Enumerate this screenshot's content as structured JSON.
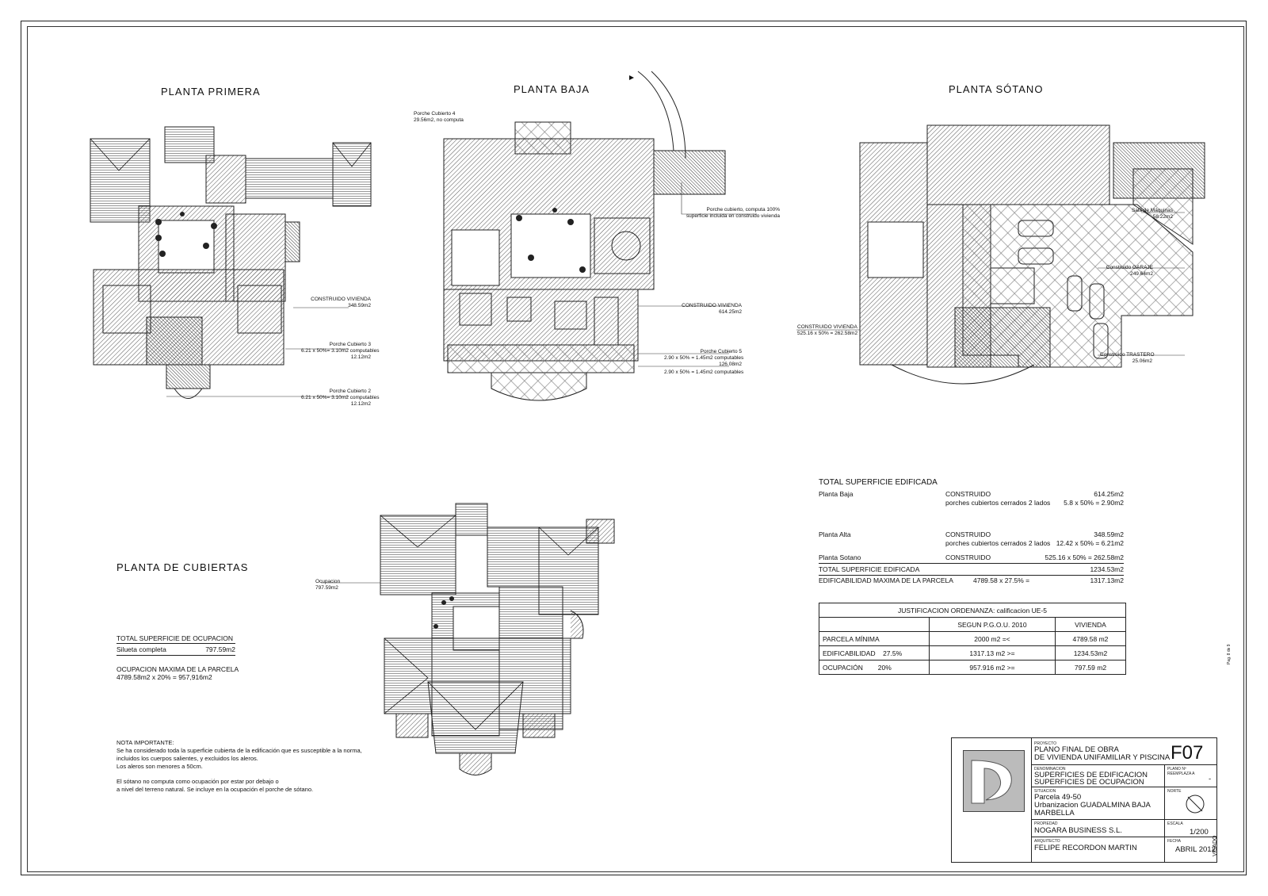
{
  "plans": {
    "primera": "PLANTA PRIMERA",
    "baja": "PLANTA BAJA",
    "sotano": "PLANTA SÓTANO",
    "cubiertas": "PLANTA DE CUBIERTAS"
  },
  "primera_labels": {
    "construido_title": "CONSTRUIDO VIVIENDA",
    "construido_value": "348.59m2",
    "porche3_title": "Porche Cubierto 3",
    "porche3_calc": "6.21 x 50%= 3.10m2 computables",
    "porche3_value": "12.12m2",
    "porche2_title": "Porche Cubierto 2",
    "porche2_calc": "6.21 x 50%= 3.10m2 computables",
    "porche2_value": "12.12m2"
  },
  "baja_labels": {
    "porche4_title": "Porche Cubierto 4",
    "porche4_note": "29.56m2, no computa",
    "porche_cubierto_1": "Porche cubierto, computa 100%",
    "porche_cubierto_2": "superficie incluida en construido vivienda",
    "construido_title": "CONSTRUIDO VIVIENDA",
    "construido_value": "614.25m2",
    "porche5_title": "Porche Cubierto 5",
    "porche5_calc1": "2.90 x 50% = 1.45m2 computables",
    "porche5_value": "126.08m2",
    "porche5_calc2": "2.90 x 50% = 1.45m2 computables"
  },
  "sotano_labels": {
    "sala_title": "Sala de Máquinas",
    "sala_value": "58.22m2",
    "garaje_title": "Construido GARAJE",
    "garaje_value": "249.64m2",
    "construido_title": "CONSTRUIDO VIVIENDA",
    "construido_calc": "525.16 x 50% = 262.58m2",
    "trastero_title": "Construido TRASTERO",
    "trastero_value": "25.06m2"
  },
  "cubiertas_labels": {
    "ocupacion_title": "Ocupacion",
    "ocupacion_value": "797.59m2"
  },
  "ocupacion_block": {
    "title": "TOTAL SUPERFICIE DE OCUPACION",
    "silueta_label": "Silueta completa",
    "silueta_value": "797.59m2",
    "max_title": "OCUPACION MAXIMA DE LA PARCELA",
    "max_calc": "4789.58m2 x 20% = 957,916m2"
  },
  "nota": {
    "title": "NOTA IMPORTANTE:",
    "lines": [
      "Se ha considerado toda la superficie cubierta de la edificación que es susceptible a la norma,",
      "incluidos los cuerpos salientes, y excluidos los aleros.",
      "Los aleros son menores a 50cm.",
      "",
      "El sótano no computa como ocupación por estar por debajo o",
      "a nivel del terreno natural. Se incluye en la ocupación el porche de sótano."
    ]
  },
  "edificada": {
    "title": "TOTAL SUPERFICIE EDIFICADA",
    "baja_label": "Planta Baja",
    "baja_construido": "CONSTRUIDO",
    "baja_construido_value": "614.25m2",
    "baja_porches": "porches cubiertos cerrados 2 lados",
    "baja_porches_value": "5.8 x 50% = 2.90m2",
    "alta_label": "Planta Alta",
    "alta_construido": "CONSTRUIDO",
    "alta_construido_value": "348.59m2",
    "alta_porches": "porches cubiertos cerrados 2 lados",
    "alta_porches_value": "12.42 x 50% = 6.21m2",
    "sotano_label": "Planta Sotano",
    "sotano_construido": "CONSTRUIDO",
    "sotano_construido_value": "525.16 x 50% = 262.58m2",
    "total_label": "TOTAL SUPERFICIE EDIFICADA",
    "total_value": "1234.53m2",
    "edif_label": "EDIFICABILIDAD MAXIMA DE LA PARCELA",
    "edif_calc": "4789.58 x 27.5% =",
    "edif_value": "1317.13m2"
  },
  "justificacion": {
    "title": "JUSTIFICACION ORDENANZA: calificacion UE-5",
    "col1": "SEGUN P.G.O.U. 2010",
    "col2": "VIVIENDA",
    "rows": [
      {
        "label": "PARCELA MÍNIMA",
        "pct": "",
        "pgou": "2000 m2 =<",
        "viv": "4789.58 m2"
      },
      {
        "label": "EDIFICABILIDAD",
        "pct": "27.5%",
        "pgou": "1317.13 m2 >=",
        "viv": "1234.53m2"
      },
      {
        "label": "OCUPACIÓN",
        "pct": "20%",
        "pgou": "957.916 m2 >=",
        "viv": "797.59 m2"
      }
    ]
  },
  "title_block": {
    "proyecto_label": "PROYECTO",
    "proyecto_1": "PLANO FINAL DE OBRA",
    "proyecto_2": "DE VIVIENDA UNIFAMILIAR Y PISCINA",
    "plan_code": "F07",
    "denominacion_label": "DENOMINACION",
    "denominacion_1": "SUPERFICIES DE EDIFICACION",
    "denominacion_2": "SUPERFICIES DE OCUPACION",
    "plano_label": "PLANO Nº",
    "reemplaza_label": "REEMPLAZA A",
    "reemplaza_value": "-",
    "situacion_label": "SITUACION",
    "situacion_1": "Parcela 49-50",
    "situacion_2": "Urbanizacion GUADALMINA BAJA",
    "situacion_3": "MARBELLA",
    "norte_label": "NORTE",
    "propiedad_label": "PROPIEDAD",
    "propiedad": "NOGARA BUSINESS S.L.",
    "escala_label": "ESCALA",
    "escala": "1/200",
    "arquitecto_label": "ARQUITECTO",
    "arquitecto": "FELIPE RECORDON MARTIN",
    "fecha_label": "FECHA",
    "fecha": "ABRIL 2012"
  },
  "side": {
    "visado": "VISADO",
    "pag": "Pag. 8 de 9"
  }
}
